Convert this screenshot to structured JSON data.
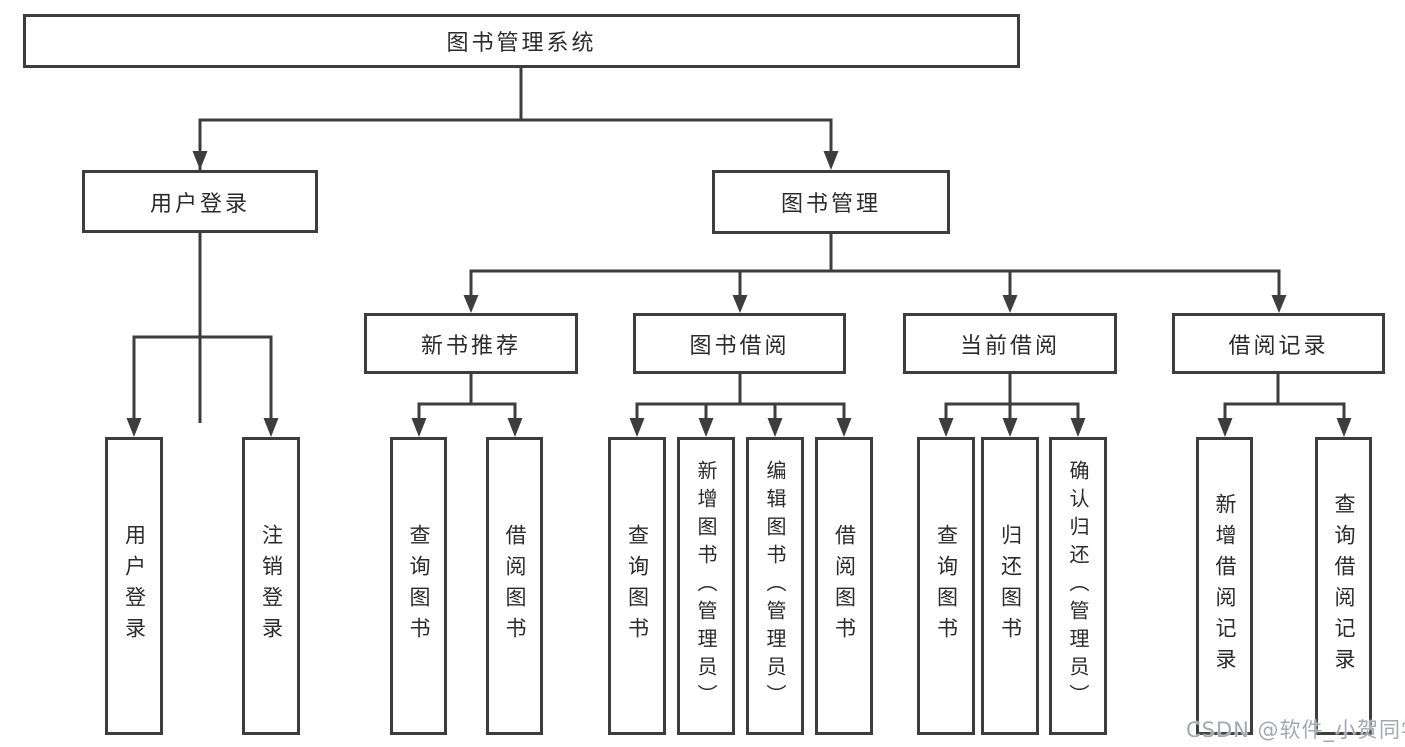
{
  "tree": {
    "root": {
      "label": "图书管理系统"
    },
    "children": [
      {
        "label": "用户登录",
        "children": [
          {
            "label": "用户登录"
          },
          {
            "label": "注销登录"
          }
        ]
      },
      {
        "label": "图书管理",
        "children": [
          {
            "label": "新书推荐",
            "children": [
              {
                "label": "查询图书"
              },
              {
                "label": "借阅图书"
              }
            ]
          },
          {
            "label": "图书借阅",
            "children": [
              {
                "label": "查询图书"
              },
              {
                "label": "新增图书（管理员）"
              },
              {
                "label": "编辑图书（管理员）"
              },
              {
                "label": "借阅图书"
              }
            ]
          },
          {
            "label": "当前借阅",
            "children": [
              {
                "label": "查询图书"
              },
              {
                "label": "归还图书"
              },
              {
                "label": "确认归还（管理员）"
              }
            ]
          },
          {
            "label": "借阅记录",
            "children": [
              {
                "label": "新增借阅记录"
              },
              {
                "label": "查询借阅记录"
              }
            ]
          }
        ]
      }
    ]
  },
  "watermark": "CSDN @软件_小贺同学",
  "colors": {
    "line": "#3d3d3d",
    "box_border": "#3d3d3d",
    "box_bg": "#ffffff",
    "text": "#2b2b2b",
    "watermark": "#a3a9b1"
  }
}
